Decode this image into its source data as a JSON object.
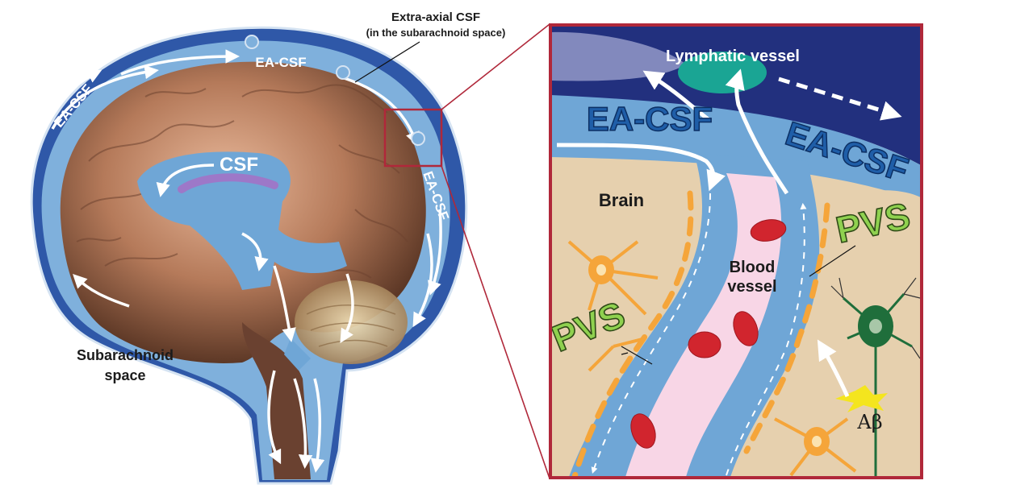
{
  "labels": {
    "extra_axial_title": "Extra-axial CSF",
    "extra_axial_sub": "(in the subarachnoid space)",
    "ea_csf_top": "EA-CSF",
    "ea_csf_left": "EA-CSF",
    "ea_csf_right": "EA-CSF",
    "csf": "CSF",
    "subarachnoid_line1": "Subarachnoid",
    "subarachnoid_line2": "space",
    "lymphatic_vessel": "Lymphatic vessel",
    "ea_csf_zoom_left": "EA-CSF",
    "ea_csf_zoom_right": "EA-CSF",
    "brain": "Brain",
    "blood_line1": "Blood",
    "blood_line2": "vessel",
    "pvs_right": "PVS",
    "pvs_left": "PVS",
    "abeta": "Aβ"
  },
  "colors": {
    "csf_blue": "#6fa6d6",
    "dura_dark_blue": "#223a8c",
    "frame_red": "#b0283a",
    "brain_tissue": "#e6d0ae",
    "blood_pink": "#f8d6e6",
    "rbc_red": "#d1252e",
    "astrocyte_orange": "#f5a53a",
    "neuron_green": "#1f6e3b",
    "lymphatic_teal": "#1aa594",
    "abeta_yellow": "#f4e51e"
  }
}
